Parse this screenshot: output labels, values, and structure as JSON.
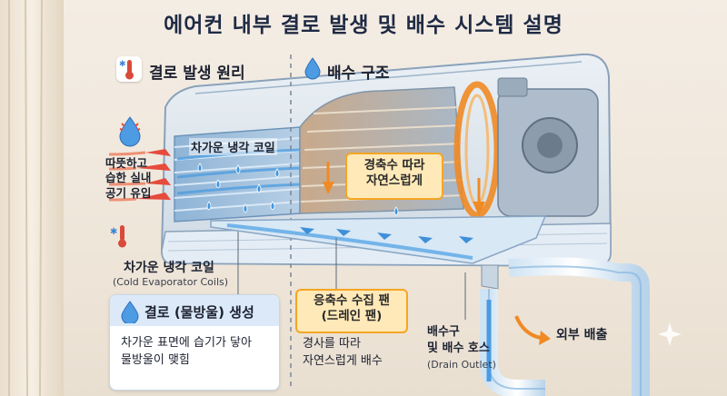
{
  "title": "에어컨 내부 결로 발생 및 배수 시스템 설명",
  "left_section": {
    "header": "결로 발생 원리",
    "inflow_label_lines": [
      "따뜻하고",
      "습한 실내",
      "공기 유입"
    ],
    "coil_label": "차가운 냉각 코일",
    "coil_label_en": "(Cold Evaporator Coils)",
    "card": {
      "title": "결로 (물방울) 생성",
      "body_lines": [
        "차가운 표면에 습기가 닿아",
        "물방울이 맺힘"
      ]
    }
  },
  "right_section": {
    "header": "배수 구조",
    "coil_inner_label": "차가운 냉각 코일",
    "flow_callout_lines": [
      "경축수 따라",
      "자연스럽게"
    ],
    "pan_callout_lines": [
      "응축수 수집 팬",
      "(드레인 팬)"
    ],
    "pan_desc_lines": [
      "경사를 따라",
      "자연스럽게 배수"
    ],
    "drain_label_lines": [
      "배수구",
      "및 배수 호스"
    ],
    "drain_label_en": "(Drain Outlet)",
    "outside_label": "외부 배출"
  }
}
